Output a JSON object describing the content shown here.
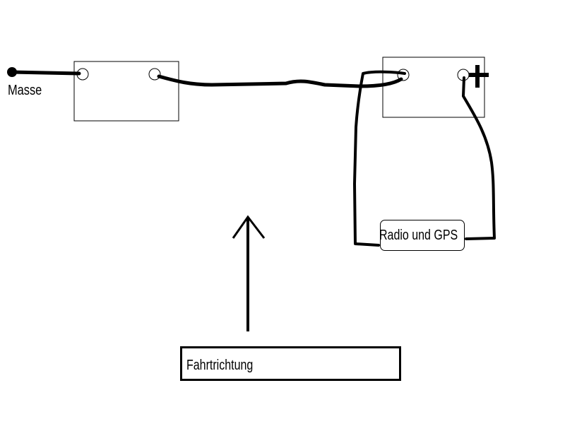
{
  "labels": {
    "ground": "Masse",
    "device": "Radio und GPS",
    "direction": "Fahrtrichtung"
  },
  "symbols": {
    "positive_terminal": "+"
  },
  "colors": {
    "line": "#000000",
    "background": "#ffffff"
  }
}
